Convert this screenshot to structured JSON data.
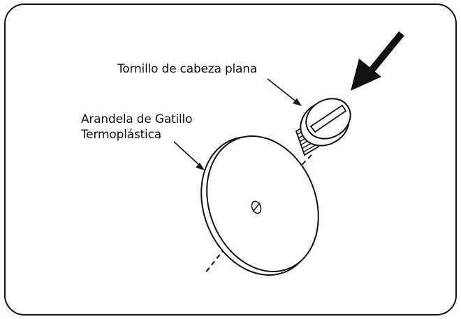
{
  "labels": {
    "screw": "Tornillo de cabeza plana",
    "washer_line1": "Arandela de Gatillo",
    "washer_line2": "Termoplástica"
  },
  "colors": {
    "stroke": "#111111",
    "background": "#ffffff"
  }
}
